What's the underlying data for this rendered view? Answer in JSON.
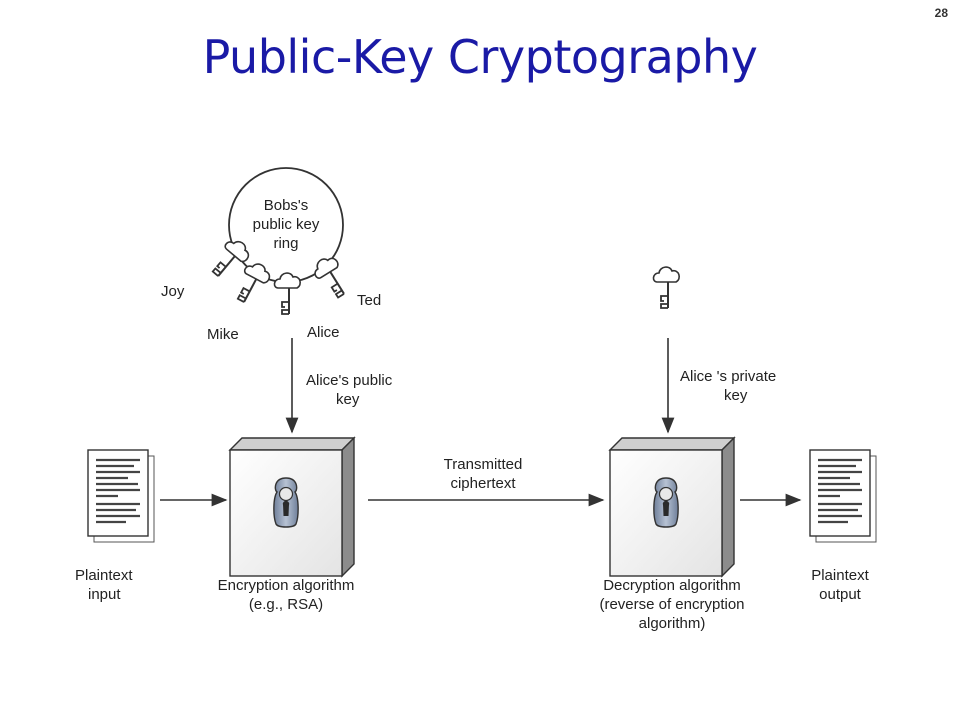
{
  "slide": {
    "number": "28",
    "title": "Public-Key Cryptography"
  },
  "diagram": {
    "key_ring": {
      "label_lines": [
        "Bobs's",
        "public key",
        "ring"
      ],
      "keys": [
        "Joy",
        "Mike",
        "Alice",
        "Ted"
      ]
    },
    "public_key_label": [
      "Alice's public",
      "key"
    ],
    "private_key_label": [
      "Alice 's private",
      "key"
    ],
    "transmitted_label": [
      "Transmitted",
      "ciphertext"
    ],
    "plaintext_input_label": [
      "Plaintext",
      "input"
    ],
    "plaintext_output_label": [
      "Plaintext",
      "output"
    ],
    "encryption_label": [
      "Encryption algorithm",
      "(e.g., RSA)"
    ],
    "decryption_label": [
      "Decryption algorithm",
      "(reverse of encryption",
      "algorithm)"
    ]
  }
}
